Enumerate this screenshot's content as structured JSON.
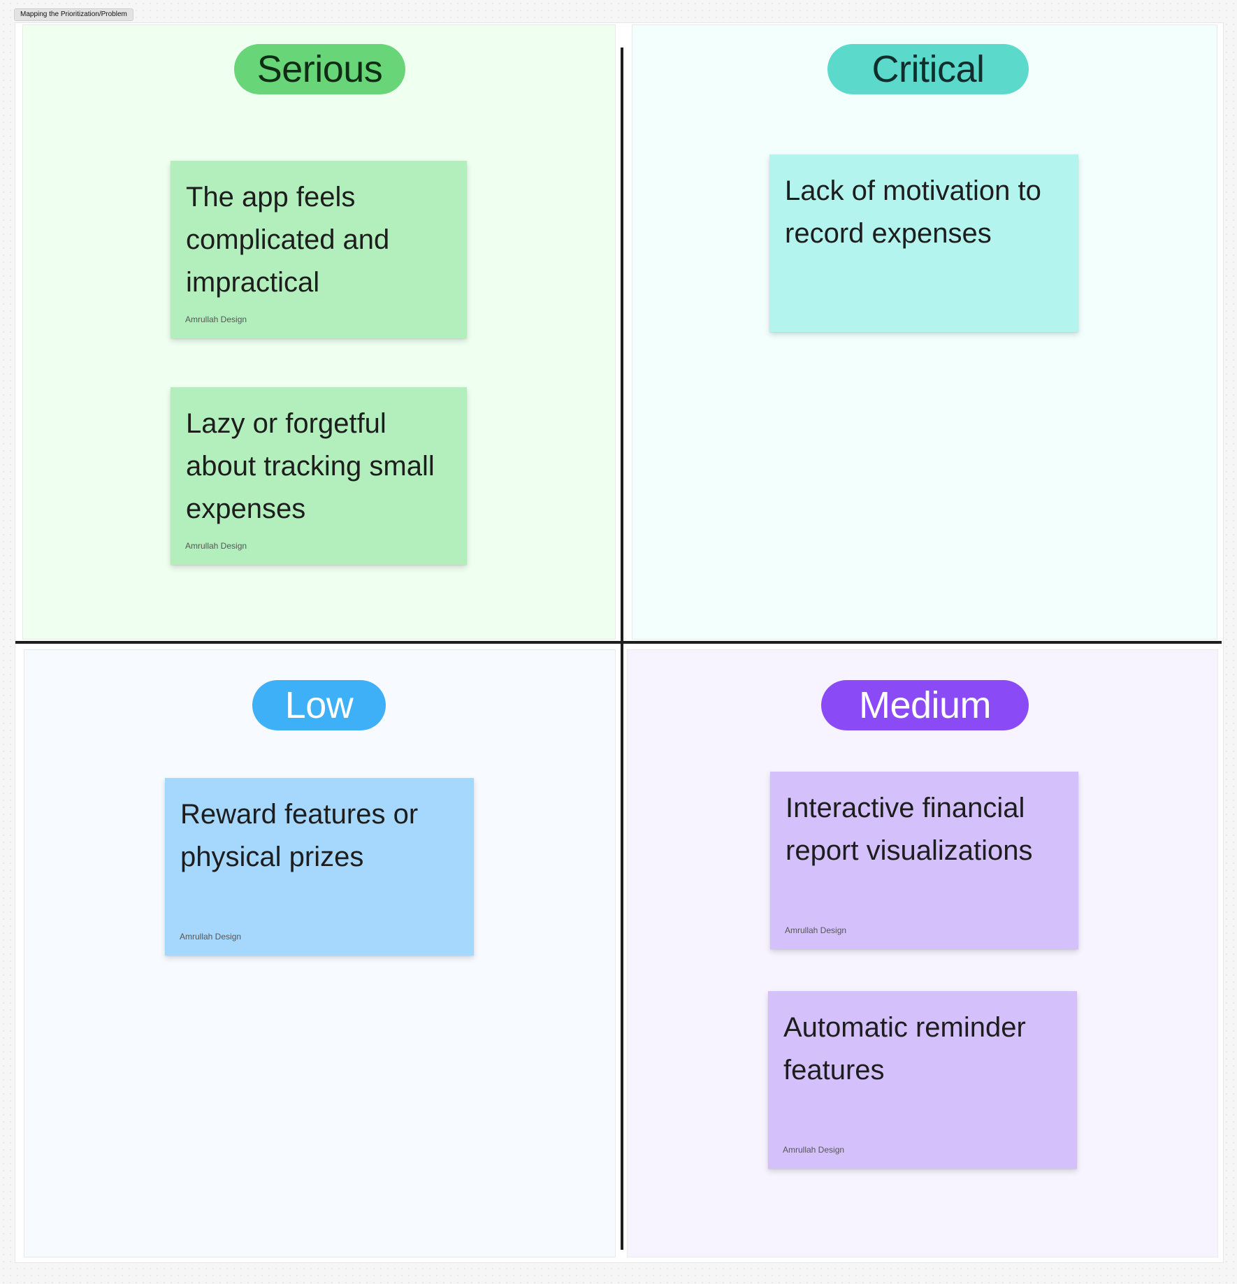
{
  "frame": {
    "label": "Mapping the Prioritization/Problem"
  },
  "quadrants": {
    "serious": {
      "label": "Serious",
      "color": "#68d578",
      "background": "#effff0",
      "notes": [
        {
          "text": "The app feels complicated and impractical",
          "author": "Amrullah Design"
        },
        {
          "text": "Lazy or forgetful about tracking small expenses",
          "author": "Amrullah Design"
        }
      ]
    },
    "critical": {
      "label": "Critical",
      "color": "#5bd9cb",
      "background": "#f2fffd",
      "notes": [
        {
          "text": "Lack of motivation to record expenses"
        }
      ]
    },
    "low": {
      "label": "Low",
      "color": "#3eb0f7",
      "background": "#f7fbff",
      "notes": [
        {
          "text": "Reward features or physical prizes",
          "author": "Amrullah Design"
        }
      ]
    },
    "medium": {
      "label": "Medium",
      "color": "#8a4bf7",
      "background": "#f8f4ff",
      "notes": [
        {
          "text": "Interactive financial report visualizations",
          "author": "Amrullah Design"
        },
        {
          "text": "Automatic reminder features",
          "author": "Amrullah Design"
        }
      ]
    }
  },
  "note_colors": {
    "green": "#b3efbc",
    "teal": "#b3f4ee",
    "blue": "#a6d8fd",
    "purple": "#d4c1fc"
  }
}
